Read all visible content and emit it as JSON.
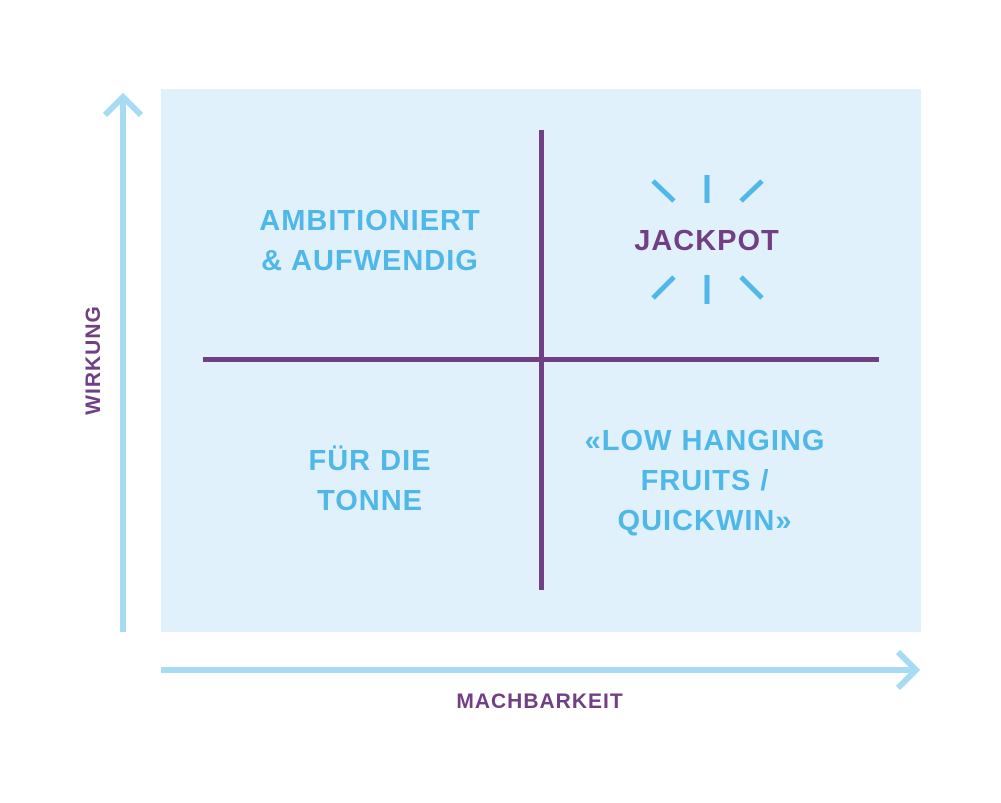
{
  "colors": {
    "panel_bg": "#e1f1fb",
    "axis_arrow": "#a7dbf4",
    "divider": "#713f84",
    "text_blue": "#4fb8e8",
    "text_purple": "#713f84",
    "sunburst": "#4fb8e8"
  },
  "axes": {
    "y_label": "WIRKUNG",
    "x_label": "MACHBARKEIT"
  },
  "quadrants": {
    "top_left": {
      "line1": "AMBITIONIERT",
      "line2": "& AUFWENDIG"
    },
    "top_right": {
      "line1": "JACKPOT",
      "icon": "sunburst-icon"
    },
    "bottom_left": {
      "line1": "FÜR DIE",
      "line2": "TONNE"
    },
    "bottom_right": {
      "line1": "«LOW HANGING",
      "line2": "FRUITS /",
      "line3": "QUICKWIN»"
    }
  }
}
